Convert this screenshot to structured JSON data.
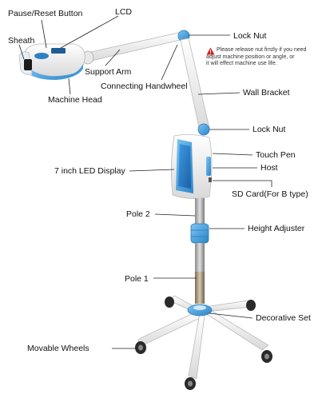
{
  "labels": {
    "pause_reset_button": "Pause/Reset Button",
    "lcd": "LCD",
    "sheath": "Sheath",
    "support_arm": "Support Arm",
    "connecting_handwheel": "Connecting Handwheel",
    "machine_head": "Machine Head",
    "lock_nut_top": "Lock Nut",
    "wall_bracket": "Wall Bracket",
    "lock_nut_mid": "Lock Nut",
    "touch_pen": "Touch Pen",
    "host": "Host",
    "sd_card": "SD Card(For B type)",
    "led_display": "7 inch LED Display",
    "pole_2": "Pole 2",
    "height_adjuster": "Height  Adjuster",
    "pole_1": "Pole 1",
    "decorative_set": "Decorative Set",
    "movable_wheels": "Movable Wheels"
  },
  "warning": {
    "lines": [
      "Please release nut firstly if you need",
      "adjust machine position or angle, or",
      "it will effect machine use life."
    ]
  },
  "colors": {
    "accent_blue": "#3a9ad9",
    "warning_red": "#d42020",
    "body_white": "#f2f2f2",
    "pole_gray": "#9a9a9a"
  }
}
